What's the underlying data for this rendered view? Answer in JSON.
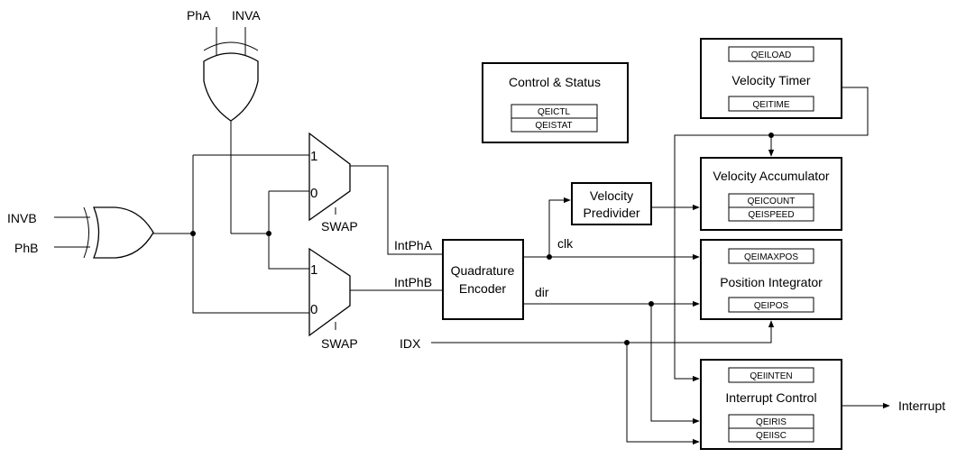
{
  "inputs": {
    "pha": "PhA",
    "inva": "INVA",
    "invb": "INVB",
    "phb": "PhB",
    "idx": "IDX"
  },
  "mux": {
    "top_one": "1",
    "top_zero": "0",
    "top_swap": "SWAP",
    "bottom_one": "1",
    "bottom_zero": "0",
    "bottom_swap": "SWAP"
  },
  "signals": {
    "intpha": "IntPhA",
    "intphb": "IntPhB",
    "clk": "clk",
    "dir": "dir",
    "interrupt": "Interrupt"
  },
  "blocks": {
    "quadrature_encoder": {
      "line1": "Quadrature",
      "line2": "Encoder"
    },
    "velocity_predivider": {
      "line1": "Velocity",
      "line2": "Predivider"
    },
    "control_status": {
      "title": "Control & Status",
      "registers": [
        "QEICTL",
        "QEISTAT"
      ]
    },
    "velocity_timer": {
      "title": "Velocity Timer",
      "top_register": "QEILOAD",
      "bottom_register": "QEITIME"
    },
    "velocity_accumulator": {
      "title": "Velocity Accumulator",
      "registers": [
        "QEICOUNT",
        "QEISPEED"
      ]
    },
    "position_integrator": {
      "title": "Position Integrator",
      "top_register": "QEIMAXPOS",
      "bottom_register": "QEIPOS"
    },
    "interrupt_control": {
      "title": "Interrupt Control",
      "top_register": "QEIINTEN",
      "registers": [
        "QEIRIS",
        "QEIISC"
      ]
    }
  }
}
